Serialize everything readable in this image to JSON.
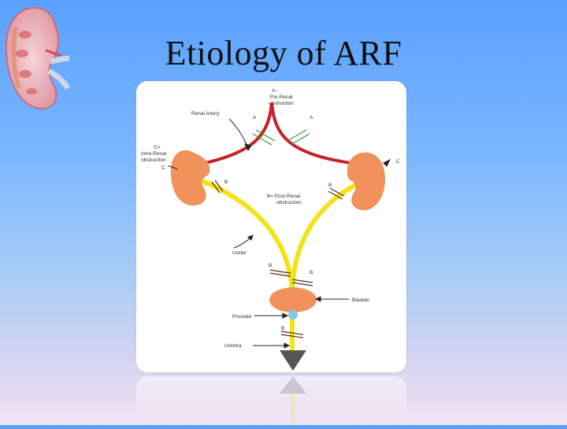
{
  "slide": {
    "title": "Etiology of ARF"
  },
  "diagram": {
    "pre_renal_a": "A–",
    "pre_renal_1": "Pre-Renal",
    "pre_renal_2": "obstruction",
    "renal_artery": "Renal Artery",
    "a_left": "A",
    "a_right": "A",
    "intra_renal_c": "C=",
    "intra_renal_1": "Intra-Renal",
    "intra_renal_2": "obstruction",
    "c_left": "C",
    "c_right": "C",
    "b_left_kidney": "B",
    "b_right_kidney": "B",
    "post_renal_1": "B= Post-Renal",
    "post_renal_2": "obstruction",
    "ureter": "Ureter",
    "b_ureter_left": "B",
    "b_ureter_right": "B",
    "bladder": "Bladder",
    "prostate": "Prostate",
    "b_urethra": "B",
    "urethra": "Urethra"
  },
  "colors": {
    "artery": "#c8202a",
    "ureter": "#f4e21a",
    "kidney": "#f0925a",
    "bladder": "#f0925a",
    "prostate": "#7fc8e8",
    "block_mark": "#5a2a1a",
    "pre_renal_block": "#3a9a3a"
  }
}
